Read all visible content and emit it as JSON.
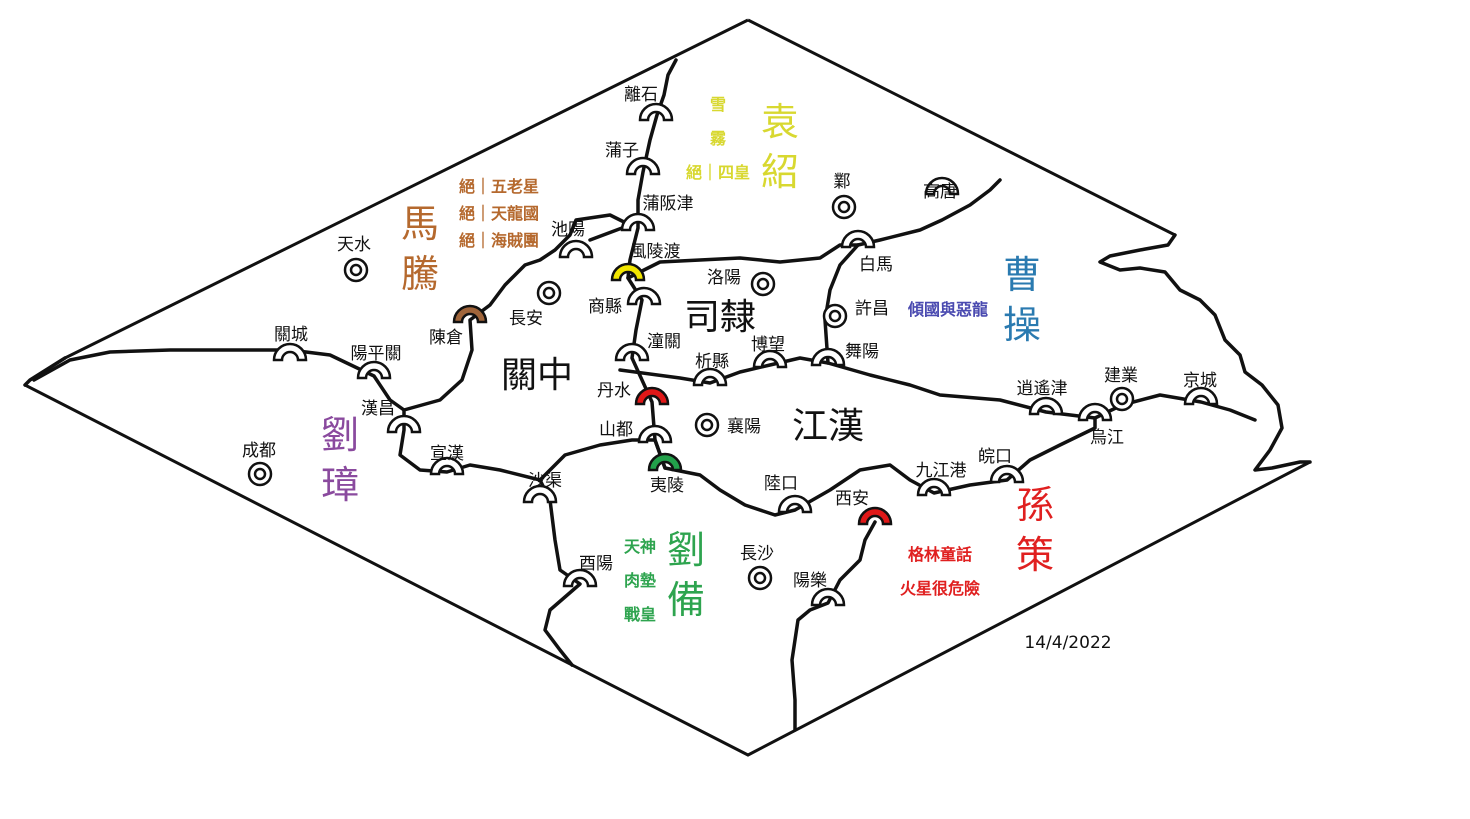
{
  "gates": [
    {
      "name": "離石",
      "color": "#ffffff"
    },
    {
      "name": "蒲子",
      "color": "#ffffff"
    },
    {
      "name": "蒲阪津",
      "color": "#ffffff"
    },
    {
      "name": "風陵渡",
      "color": "#f2e600"
    },
    {
      "name": "池陽",
      "color": "#ffffff"
    },
    {
      "name": "陳倉",
      "color": "#a0653a"
    },
    {
      "name": "商縣",
      "color": "#ffffff"
    },
    {
      "name": "潼關",
      "color": "#ffffff"
    },
    {
      "name": "析縣",
      "color": "#ffffff"
    },
    {
      "name": "博望",
      "color": "#ffffff"
    },
    {
      "name": "舞陽",
      "color": "#ffffff"
    },
    {
      "name": "白馬",
      "color": "#ffffff"
    },
    {
      "name": "高唐",
      "color": "#ffffff"
    },
    {
      "name": "關城",
      "color": "#ffffff"
    },
    {
      "name": "陽平關",
      "color": "#ffffff"
    },
    {
      "name": "漢昌",
      "color": "#ffffff"
    },
    {
      "name": "宣漢",
      "color": "#ffffff"
    },
    {
      "name": "沙渠",
      "color": "#ffffff"
    },
    {
      "name": "丹水",
      "color": "#e01818"
    },
    {
      "name": "山都",
      "color": "#ffffff"
    },
    {
      "name": "夷陵",
      "color": "#22a04a"
    },
    {
      "name": "陸口",
      "color": "#ffffff"
    },
    {
      "name": "西安",
      "color": "#e01818"
    },
    {
      "name": "九江港",
      "color": "#ffffff"
    },
    {
      "name": "皖口",
      "color": "#ffffff"
    },
    {
      "name": "逍遙津",
      "color": "#ffffff"
    },
    {
      "name": "烏江",
      "color": "#ffffff"
    },
    {
      "name": "京城",
      "color": "#ffffff"
    },
    {
      "name": "酉陽",
      "color": "#ffffff"
    },
    {
      "name": "陽樂",
      "color": "#ffffff"
    }
  ],
  "castles": [
    "鄴",
    "天水",
    "長安",
    "洛陽",
    "許昌",
    "建業",
    "襄陽",
    "成都",
    "長沙"
  ],
  "regions": [
    "關中",
    "司隸",
    "江漢"
  ],
  "factions": [
    {
      "name": "袁紹",
      "color": "#d8d830",
      "players": [
        "雪",
        "霧",
        "絕｜四皇"
      ]
    },
    {
      "name": "馬騰",
      "color": "#b5692e",
      "players": [
        "絕｜五老星",
        "絕｜天龍國",
        "絕｜海賊團"
      ]
    },
    {
      "name": "曹操",
      "color": "#2a7ab0",
      "players": [
        "傾國與惡龍"
      ],
      "player_color": "#4a4ab0"
    },
    {
      "name": "劉璋",
      "color": "#8a4a9e",
      "players": []
    },
    {
      "name": "劉備",
      "color": "#2ea44f",
      "players": [
        "天神",
        "肉墊",
        "戰皇"
      ]
    },
    {
      "name": "孫策",
      "color": "#e02020",
      "players": [
        "格林童話",
        "火星很危險"
      ]
    }
  ],
  "date": "14/4/2022"
}
